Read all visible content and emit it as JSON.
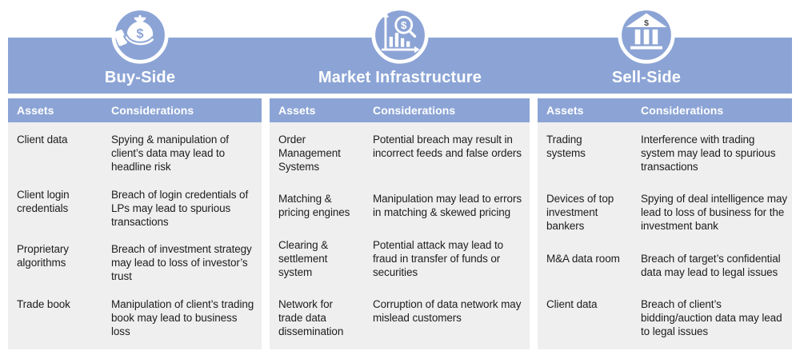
{
  "colors": {
    "accent_blue": "#8CA4D5",
    "table_body_bg": "#EFEFEF",
    "header_text": "#FFFFFF",
    "body_text": "#1D1D1D"
  },
  "columns": [
    {
      "title": "Buy-Side",
      "icon": "hand-money-bag-icon",
      "headers": {
        "assets": "Assets",
        "considerations": "Considerations"
      },
      "rows": [
        {
          "asset": "Client data",
          "consideration": "Spying & manipulation of client’s data may lead to headline risk"
        },
        {
          "asset": "Client login credentials",
          "consideration": "Breach of login credentials of LPs may lead to spurious transactions"
        },
        {
          "asset": "Proprietary algorithms",
          "consideration": "Breach of investment strategy may lead to loss of investor’s trust"
        },
        {
          "asset": "Trade book",
          "consideration": "Manipulation of client’s trading book may lead to business loss"
        }
      ]
    },
    {
      "title": "Market Infrastructure",
      "icon": "chart-magnifier-icon",
      "headers": {
        "assets": "Assets",
        "considerations": "Considerations"
      },
      "rows": [
        {
          "asset": "Order Management Systems",
          "consideration": "Potential breach may result in incorrect feeds and false orders"
        },
        {
          "asset": "Matching & pricing engines",
          "consideration": "Manipulation may lead to errors in matching & skewed pricing"
        },
        {
          "asset": "Clearing & settlement system",
          "consideration": "Potential attack may lead to fraud in transfer of funds or securities"
        },
        {
          "asset": "Network for trade data dissemination",
          "consideration": "Corruption of data network may mislead customers"
        }
      ]
    },
    {
      "title": "Sell-Side",
      "icon": "bank-icon",
      "headers": {
        "assets": "Assets",
        "considerations": "Considerations"
      },
      "rows": [
        {
          "asset": "Trading systems",
          "consideration": "Interference with trading system may lead to spurious transactions"
        },
        {
          "asset": "Devices of top investment bankers",
          "consideration": "Spying of deal intelligence may lead to loss of business for the investment bank"
        },
        {
          "asset": "M&A data room",
          "consideration": "Breach of target’s confidential data may lead to legal issues"
        },
        {
          "asset": "Client data",
          "consideration": "Breach of client’s bidding/auction data may lead to legal issues"
        }
      ]
    }
  ]
}
